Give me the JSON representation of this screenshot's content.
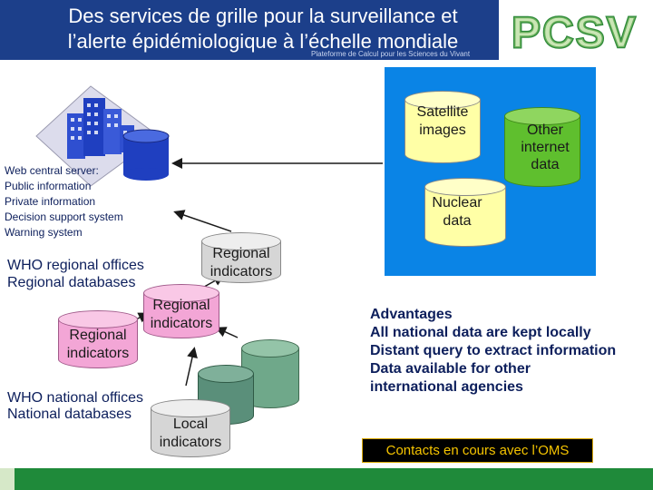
{
  "header": {
    "title_line1": "Des services de grille pour la surveillance et",
    "title_line2": "l’alerte épidémiologique à l’échelle mondiale",
    "subtitle": "Plateforme de Calcul pour les Sciences du Vivant",
    "logo_text": "PCSV"
  },
  "panel": {
    "satellite": "Satellite images",
    "other_internet": "Other internet data",
    "nuclear": "Nuclear data"
  },
  "server": {
    "lines": [
      "Web central server:",
      "Public information",
      "Private information",
      "Decision support system",
      "Warning system"
    ]
  },
  "regional_offices": {
    "line1": "WHO regional offices",
    "line2": "Regional databases"
  },
  "cylinders": {
    "regional_top": "Regional indicators",
    "regional_mid": "Regional indicators",
    "regional_left": "Regional indicators",
    "local": "Local indicators"
  },
  "national_offices": {
    "line1": "WHO national offices",
    "line2": "National databases"
  },
  "advantages": {
    "lines": [
      "Advantages",
      "All national data are kept locally",
      "Distant query to extract information",
      "Data available for other",
      "international agencies"
    ]
  },
  "contacts": "Contacts en cours avec l’OMS",
  "colors": {
    "header_bg": "#1c3f8a",
    "panel_bg": "#0a84e6",
    "footer_bg": "#1f8a3a",
    "text_dark_blue": "#0d1f5c"
  }
}
